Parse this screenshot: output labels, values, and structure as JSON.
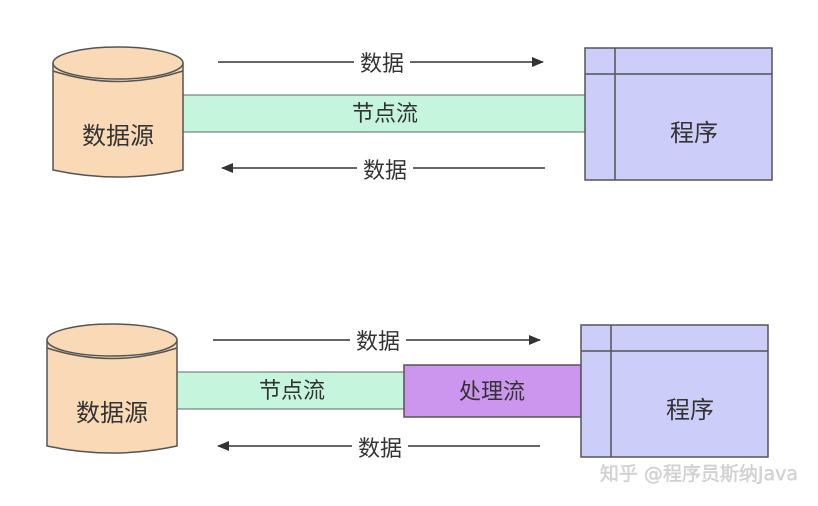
{
  "colors": {
    "datasource_fill": "#F9D9B6",
    "node_stream_fill": "#C5F5DD",
    "processing_stream_fill": "#CD96EE",
    "program_fill": "#CDCDFA",
    "stroke": "#555555",
    "text": "#333333"
  },
  "top": {
    "arrow_top_label": "数据",
    "arrow_bottom_label": "数据",
    "datasource_label": "数据源",
    "node_stream_label": "节点流",
    "program_label": "程序"
  },
  "bottom": {
    "arrow_top_label": "数据",
    "arrow_bottom_label": "数据",
    "datasource_label": "数据源",
    "node_stream_label": "节点流",
    "processing_stream_label": "处理流",
    "program_label": "程序"
  },
  "watermark": "知乎 @程序员斯纳Java"
}
